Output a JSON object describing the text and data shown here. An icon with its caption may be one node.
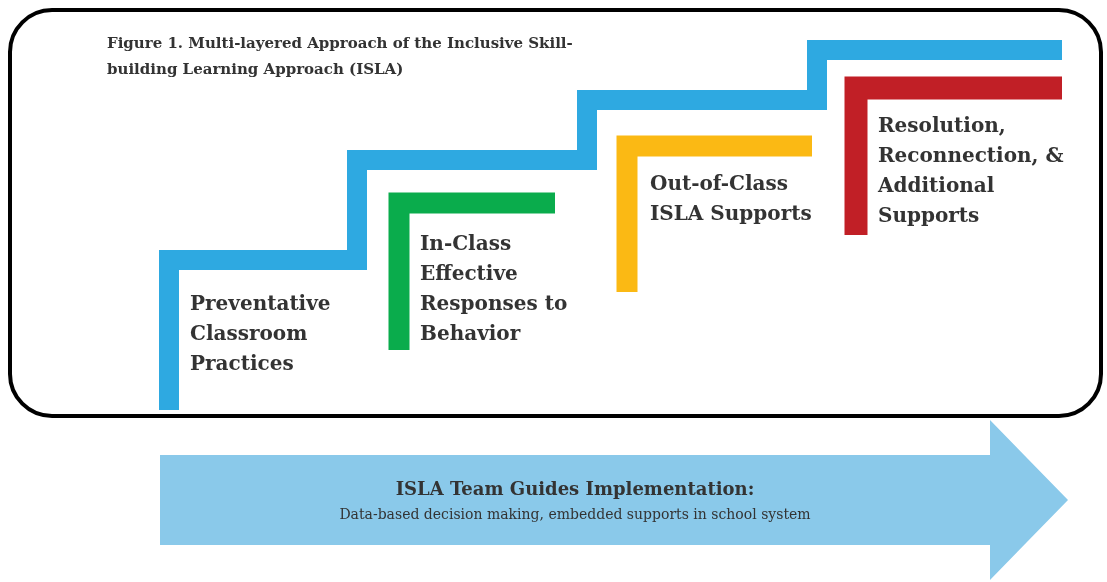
{
  "diagram": {
    "nodes": [
      {
        "text": [
          "Figure 1. Multi-layered Approach of the Inclusive Skill-building Learning Approach (ISLA)"
        ]
      },
      {
        "text": [
          "Preventative Classroom Practices"
        ],
        "in": 0
      },
      {
        "text": [
          "In-Class Effective Responses to Behavior"
        ],
        "in": 0
      },
      {
        "text": [
          "Out-of-Class ISLA Supports"
        ],
        "in": 0
      },
      {
        "text": [
          "Resolution, Reconnection, & Additional Supports"
        ],
        "in": 0
      },
      {
        "text": [
          "ISLA Team Guides Implementation:",
          "Data-based decision making, embedded supports in school system"
        ]
      }
    ],
    "edges": []
  }
}
